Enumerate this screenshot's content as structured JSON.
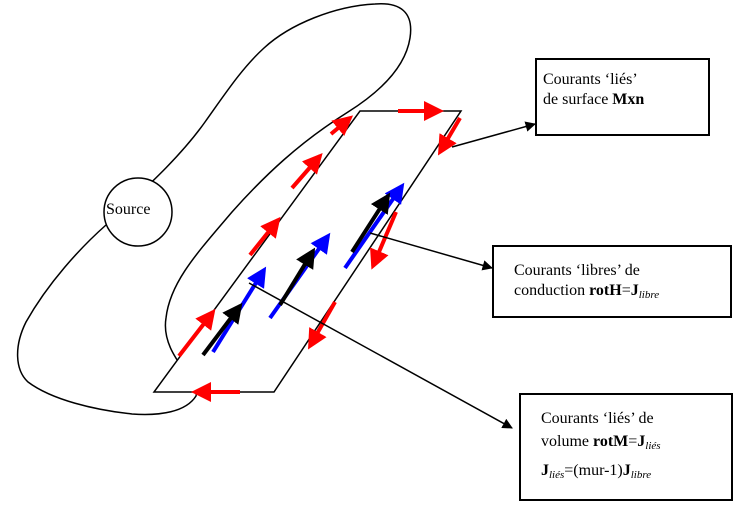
{
  "source": {
    "label": "Source"
  },
  "box_surface": {
    "line1": "Courants ‘liés’",
    "line2_prefix": "de surface ",
    "line2_bold": "Mxn"
  },
  "box_libres": {
    "line1": "Courants ‘libres’ de",
    "line2_prefix": "conduction ",
    "line2_bold": "rotH",
    "line2_eq": "=",
    "line2_J": "J",
    "line2_sub": "libre"
  },
  "box_volume": {
    "line1": "Courants ‘liés’ de",
    "line2_prefix": "volume ",
    "line2_bold": "rotM",
    "line2_eq": "=",
    "line2_J": "J",
    "line2_sub": "liés",
    "line3_J": "J",
    "line3_sub": "liés",
    "line3_mid": "=(mur-1)",
    "line3_J2": "J",
    "line3_sub2": "libre"
  },
  "colors": {
    "outline": "#000000",
    "bound_current": "#ff0000",
    "free_current": "#0000ff",
    "magnetization": "#000000"
  }
}
